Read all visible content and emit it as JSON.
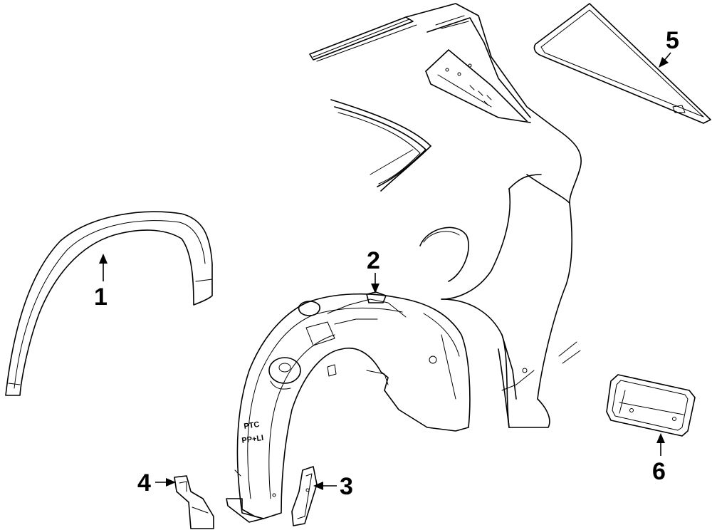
{
  "callouts": [
    {
      "id": "1",
      "label": "1"
    },
    {
      "id": "2",
      "label": "2"
    },
    {
      "id": "3",
      "label": "3"
    },
    {
      "id": "4",
      "label": "4"
    },
    {
      "id": "5",
      "label": "5"
    },
    {
      "id": "6",
      "label": "6"
    }
  ],
  "liner_stamp": {
    "line1": "PTC",
    "line2": "PP+LI"
  },
  "colors": {
    "line": "#000000",
    "background": "#ffffff"
  }
}
